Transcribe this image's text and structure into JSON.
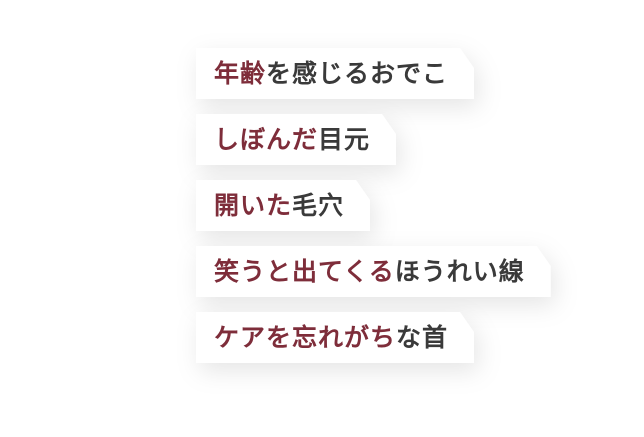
{
  "items": [
    {
      "accent": "年齢",
      "rest": "を感じるおでこ"
    },
    {
      "accent": "しぼんだ",
      "rest": "目元"
    },
    {
      "accent": "開いた",
      "rest": "毛穴"
    },
    {
      "accent": "笑うと出てくる",
      "rest": "ほうれい線"
    },
    {
      "accent": "ケアを忘れがち",
      "rest": "な首"
    }
  ],
  "colors": {
    "accent": "#7e2d3a",
    "text": "#3a3a3a",
    "background": "#ffffff"
  }
}
